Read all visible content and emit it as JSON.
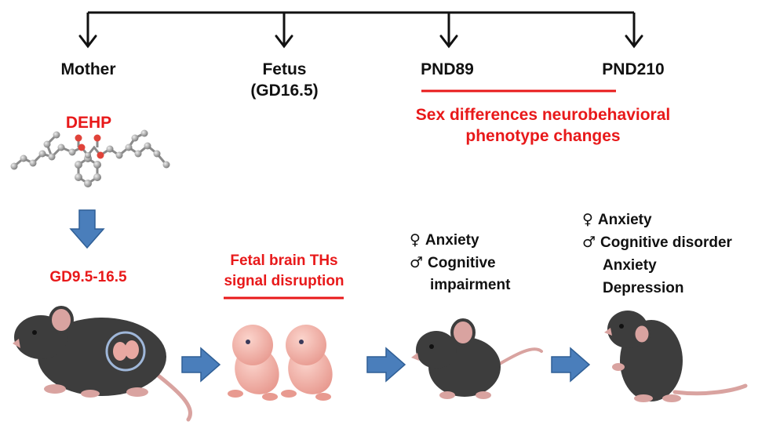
{
  "timeline": {
    "stages": [
      "Mother",
      "Fetus",
      "(GD16.5)",
      "PND89",
      "PND210"
    ]
  },
  "chemical": {
    "name": "DEHP"
  },
  "exposure_window": "GD9.5-16.5",
  "fetal_effect": {
    "line1": "Fetal brain THs",
    "line2": "signal disruption"
  },
  "sex_differences": {
    "line1": "Sex differences neurobehavioral",
    "line2": "phenotype changes"
  },
  "pnd89": {
    "female_symbol": "♀",
    "female_effect": "Anxiety",
    "male_symbol": "♂",
    "male_effect_1": "Cognitive",
    "male_effect_2": "impairment"
  },
  "pnd210": {
    "female_symbol": "♀",
    "female_effect": "Anxiety",
    "male_symbol": "♂",
    "male_effect_1": "Cognitive disorder",
    "male_effect_2": "Anxiety",
    "male_effect_3": "Depression"
  },
  "colors": {
    "accent_red": "#e8191a",
    "arrow_blue": "#4a7ebb",
    "mouse_body": "#3d3d3d",
    "mouse_pink": "#d9a3a0",
    "pup_pink": "#f2b8b0"
  }
}
